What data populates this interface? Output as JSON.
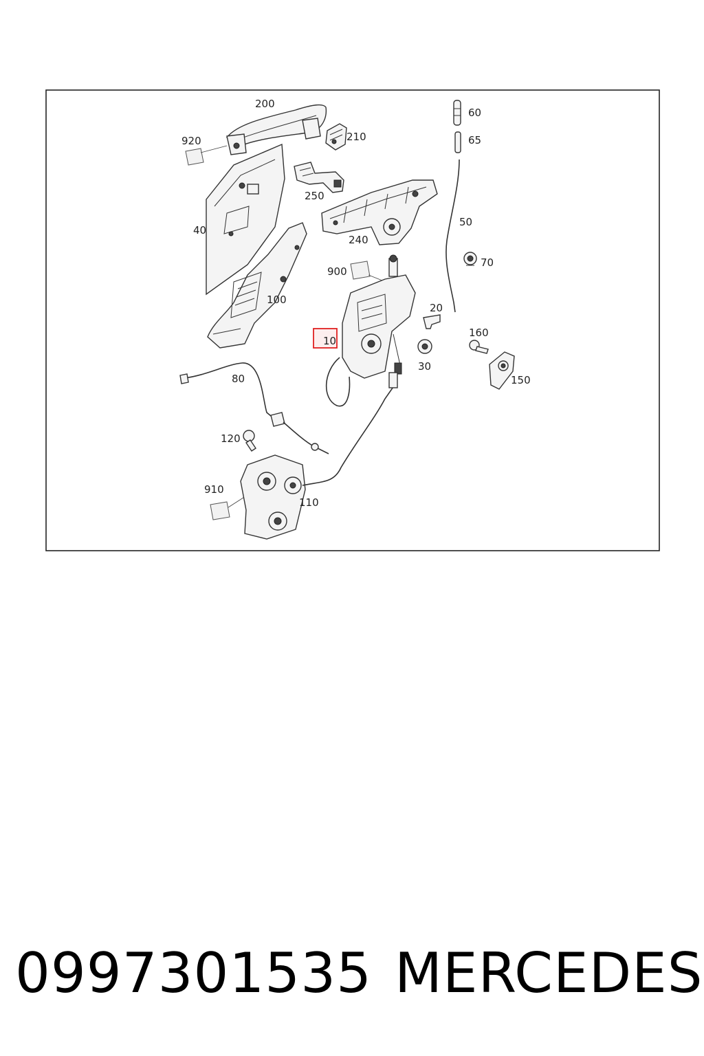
{
  "diagram": {
    "labels": {
      "p200": "200",
      "p210": "210",
      "p920": "920",
      "p250": "250",
      "p40": "40",
      "p240": "240",
      "p100": "100",
      "p60": "60",
      "p65": "65",
      "p50": "50",
      "p70": "70",
      "p900": "900",
      "p10": "10",
      "p20": "20",
      "p30": "30",
      "p160": "160",
      "p150": "150",
      "p80": "80",
      "p120": "120",
      "p910": "910",
      "p110": "110"
    },
    "highlighted_part": "10",
    "highlight_color": "#e02020"
  },
  "footer": {
    "part_number": "0997301535",
    "brand": "MERCEDES"
  }
}
